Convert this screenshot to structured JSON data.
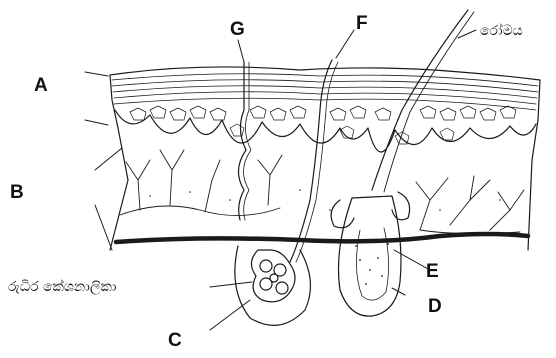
{
  "labels": {
    "A": "A",
    "B": "B",
    "C": "C",
    "D": "D",
    "E": "E",
    "F": "F",
    "G": "G",
    "hair": "රෝමය",
    "capillary": "රුධිර කේශනාලිකා"
  },
  "colors": {
    "ink": "#1a1a1a",
    "paper": "#ffffff"
  }
}
